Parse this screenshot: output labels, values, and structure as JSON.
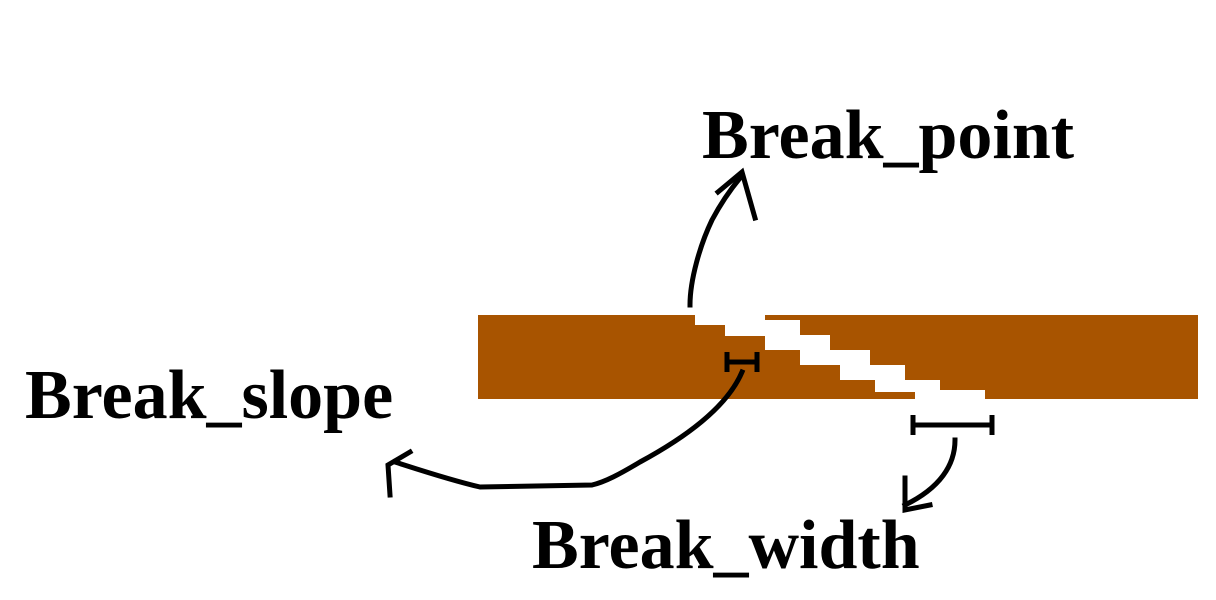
{
  "labels": {
    "break_point": "Break_point",
    "break_slope": "Break_slope",
    "break_width": "Break_width"
  },
  "colors": {
    "bar": "#a85400",
    "gap": "#ffffff",
    "ink": "#000000",
    "background": "#ffffff"
  }
}
